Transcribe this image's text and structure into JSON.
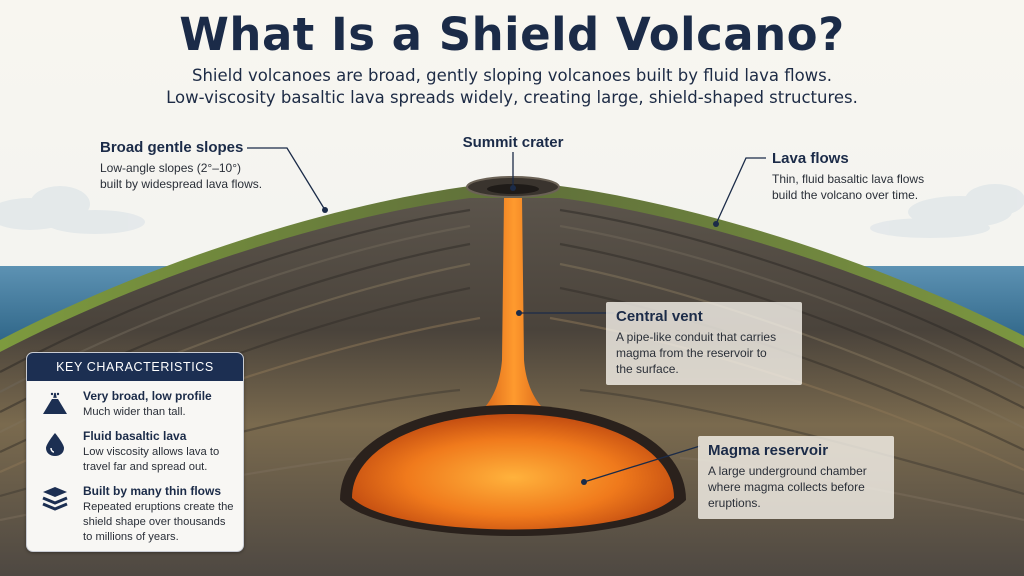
{
  "header": {
    "title": "What Is a Shield Volcano?",
    "subtitle_line1": "Shield volcanoes are broad, gently sloping volcanoes built by fluid lava flows.",
    "subtitle_line2": "Low-viscosity basaltic lava spreads widely, creating large, shield-shaped structures."
  },
  "labels": {
    "slopes": {
      "title": "Broad gentle slopes",
      "line1": "Low-angle slopes (2°–10°)",
      "line2": "built by widespread lava flows."
    },
    "crater": {
      "title": "Summit crater"
    },
    "lava_flows": {
      "title": "Lava flows",
      "line1": "Thin, fluid basaltic lava flows",
      "line2": "build the volcano over time."
    },
    "vent": {
      "title": "Central vent",
      "line1": "A pipe-like conduit that carries",
      "line2": "magma from the reservoir to",
      "line3": "the surface."
    },
    "reservoir": {
      "title": "Magma reservoir",
      "line1": "A large underground chamber",
      "line2": "where magma collects before",
      "line3": "eruptions."
    }
  },
  "key_characteristics": {
    "heading": "KEY CHARACTERISTICS",
    "items": [
      {
        "icon": "volcano-icon",
        "title": "Very broad, low profile",
        "line1": "Much wider than tall."
      },
      {
        "icon": "droplet-icon",
        "title": "Fluid basaltic lava",
        "line1": "Low viscosity allows lava to",
        "line2": "travel far and spread out."
      },
      {
        "icon": "layers-icon",
        "title": "Built by many thin flows",
        "line1": "Repeated eruptions create the",
        "line2": "shield shape over thousands",
        "line3": "to millions of years."
      }
    ]
  },
  "colors": {
    "navy": "#1c2f52",
    "lava": "#f07a1c",
    "sea": "#3f7a9e",
    "grass": "#6f8a3a"
  }
}
